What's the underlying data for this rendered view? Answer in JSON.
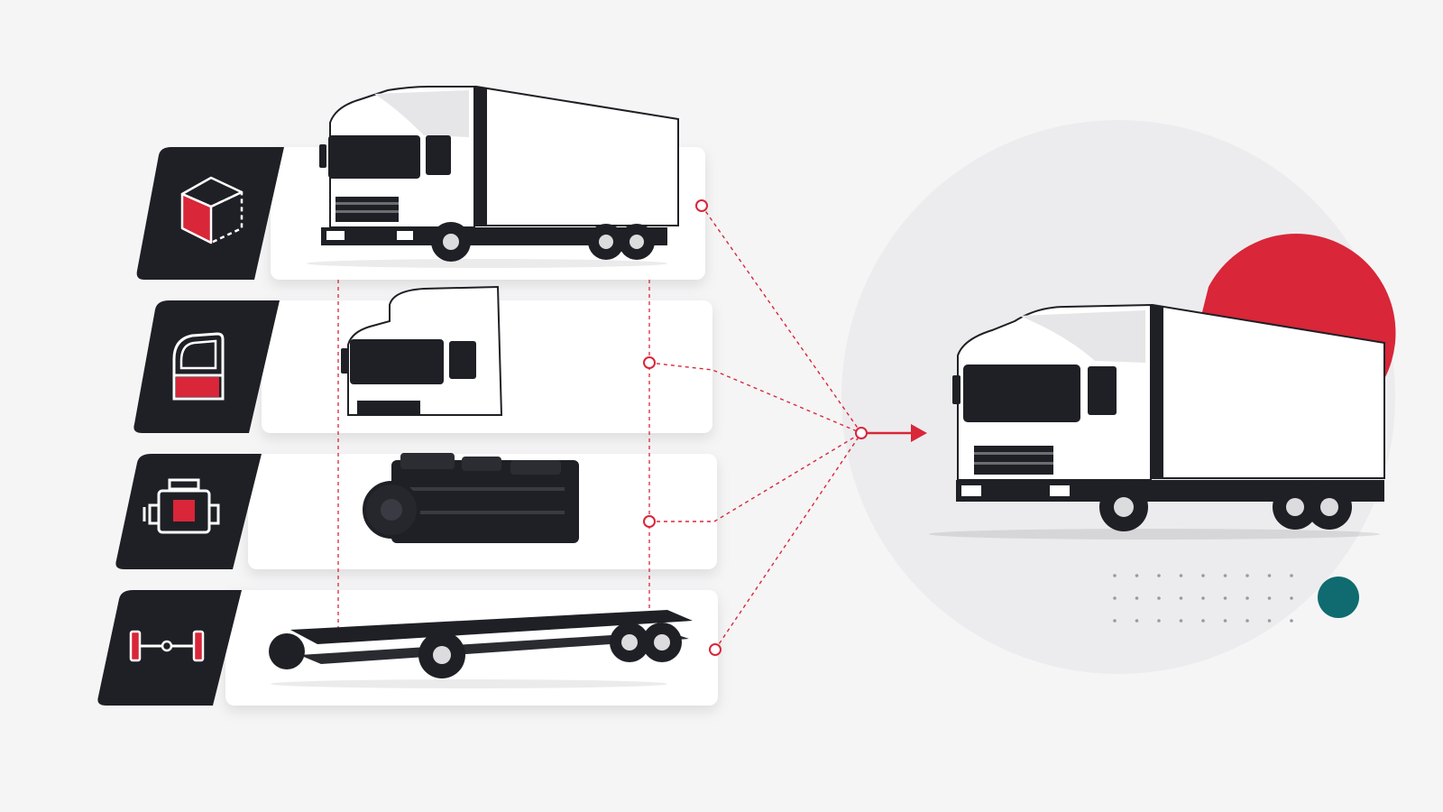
{
  "diagram": {
    "caption": "",
    "colors": {
      "background": "#f5f5f6",
      "accent_red": "#d92639",
      "dark": "#1f2025",
      "panel": "#ffffff",
      "circle": "#ececee",
      "teal": "#0f6b70",
      "connector": "#d92639",
      "dots": "#9a9ba2"
    },
    "modules": [
      {
        "id": "body",
        "icon": "cargo-box-icon",
        "part": "box-truck"
      },
      {
        "id": "cab",
        "icon": "cab-door-icon",
        "part": "truck-cab"
      },
      {
        "id": "engine",
        "icon": "engine-icon",
        "part": "engine-block"
      },
      {
        "id": "chassis",
        "icon": "axle-icon",
        "part": "chassis-frame"
      }
    ],
    "result": {
      "part": "assembled-truck",
      "accent": "red-semicircle",
      "marker": "teal-dot"
    }
  }
}
